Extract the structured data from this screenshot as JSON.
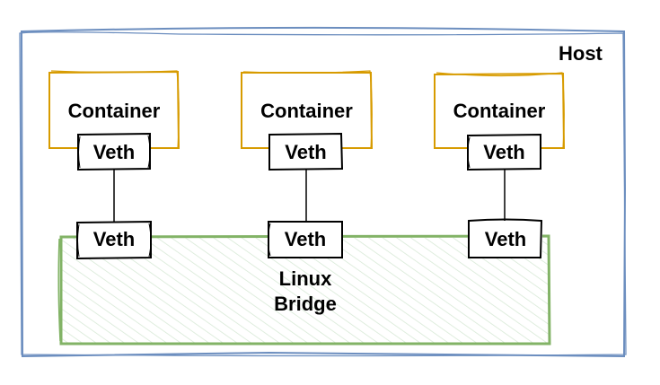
{
  "host": {
    "label": "Host",
    "color": "#6c8ebf"
  },
  "bridge": {
    "line1": "Linux",
    "line2": "Bridge",
    "color": "#82b366",
    "fill": "#d5e8d4"
  },
  "containers": [
    {
      "label": "Container",
      "veth": "Veth",
      "bridge_veth": "Veth"
    },
    {
      "label": "Container",
      "veth": "Veth",
      "bridge_veth": "Veth"
    },
    {
      "label": "Container",
      "veth": "Veth",
      "bridge_veth": "Veth"
    }
  ],
  "colors": {
    "container": "#d79b00",
    "veth": "#000000"
  }
}
